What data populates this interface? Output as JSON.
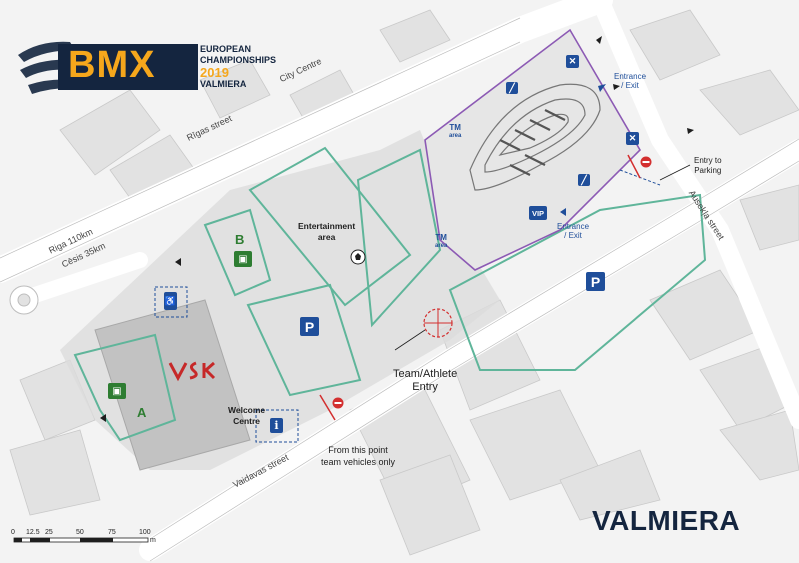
{
  "logo": {
    "brand": "BMX",
    "line1": "EUROPEAN",
    "line2": "CHAMPIONSHIPS",
    "year": "2019",
    "city": "VALMIERA"
  },
  "city_mark": "VALMIERA",
  "streets": {
    "city_centre": "City Centre",
    "rigas": "Rīgas street",
    "riga": "Riga 110km",
    "cesis": "Cēsis 35km",
    "vaidavas": "Vaidavas street",
    "ausekla": "Ausekļa street"
  },
  "areas": {
    "entertainment": [
      "Entertainment",
      "area"
    ],
    "welcome": [
      "Welcome",
      "Centre"
    ],
    "team_entry": [
      "Team/Athlete",
      "Entry"
    ],
    "from_point": [
      "From this point",
      "team vehicles only"
    ],
    "entrance_exit_top": [
      "Entrance",
      "/ Exit"
    ],
    "entrance_exit_mid": [
      "Entrance",
      "/ Exit"
    ],
    "entry_parking": [
      "Entry to",
      "Parking"
    ],
    "zone_a": "A",
    "zone_b": "B"
  },
  "symbols": {
    "parking": "P",
    "vip": "VIP",
    "tm": [
      "TM",
      "area"
    ],
    "info": "i"
  },
  "scale": {
    "ticks": [
      "0",
      "12.5",
      "25",
      "50",
      "75",
      "100"
    ],
    "unit": "m"
  },
  "colors": {
    "venue_outline": "#5fb59a",
    "track_outline": "#8c5ab4",
    "brand_navy": "#14253f",
    "brand_orange": "#f5a71c",
    "sign_blue": "#1f4e9a",
    "camper_green": "#2e7d32",
    "no_entry_red": "#d32f2f"
  }
}
